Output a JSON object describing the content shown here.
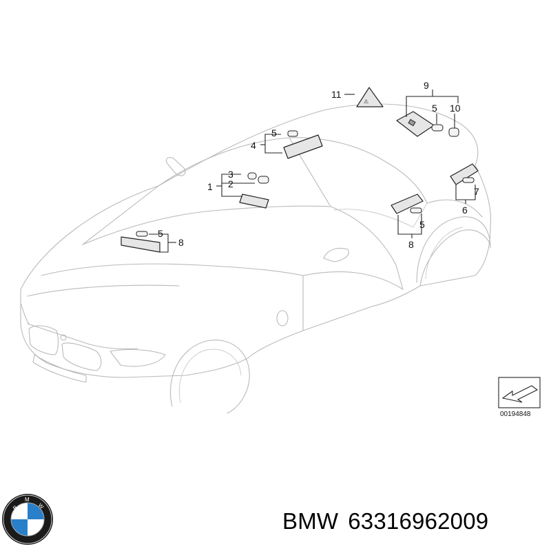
{
  "callouts": {
    "c1": "1",
    "c2": "2",
    "c3": "3",
    "c4": "4",
    "c5a": "5",
    "c5b": "5",
    "c5c": "5",
    "c5d": "5",
    "c6": "6",
    "c7": "7",
    "c8a": "8",
    "c8b": "8",
    "c9": "9",
    "c10": "10",
    "c11": "11"
  },
  "reference_code": "00194848",
  "logo": {
    "letters": "BMW",
    "icon": "bmw-roundel-icon",
    "colors": {
      "blue": "#2a7fc9",
      "ring": "#1a1a1a"
    }
  },
  "caption": {
    "brand": "BMW",
    "part_number": "63316962009"
  }
}
